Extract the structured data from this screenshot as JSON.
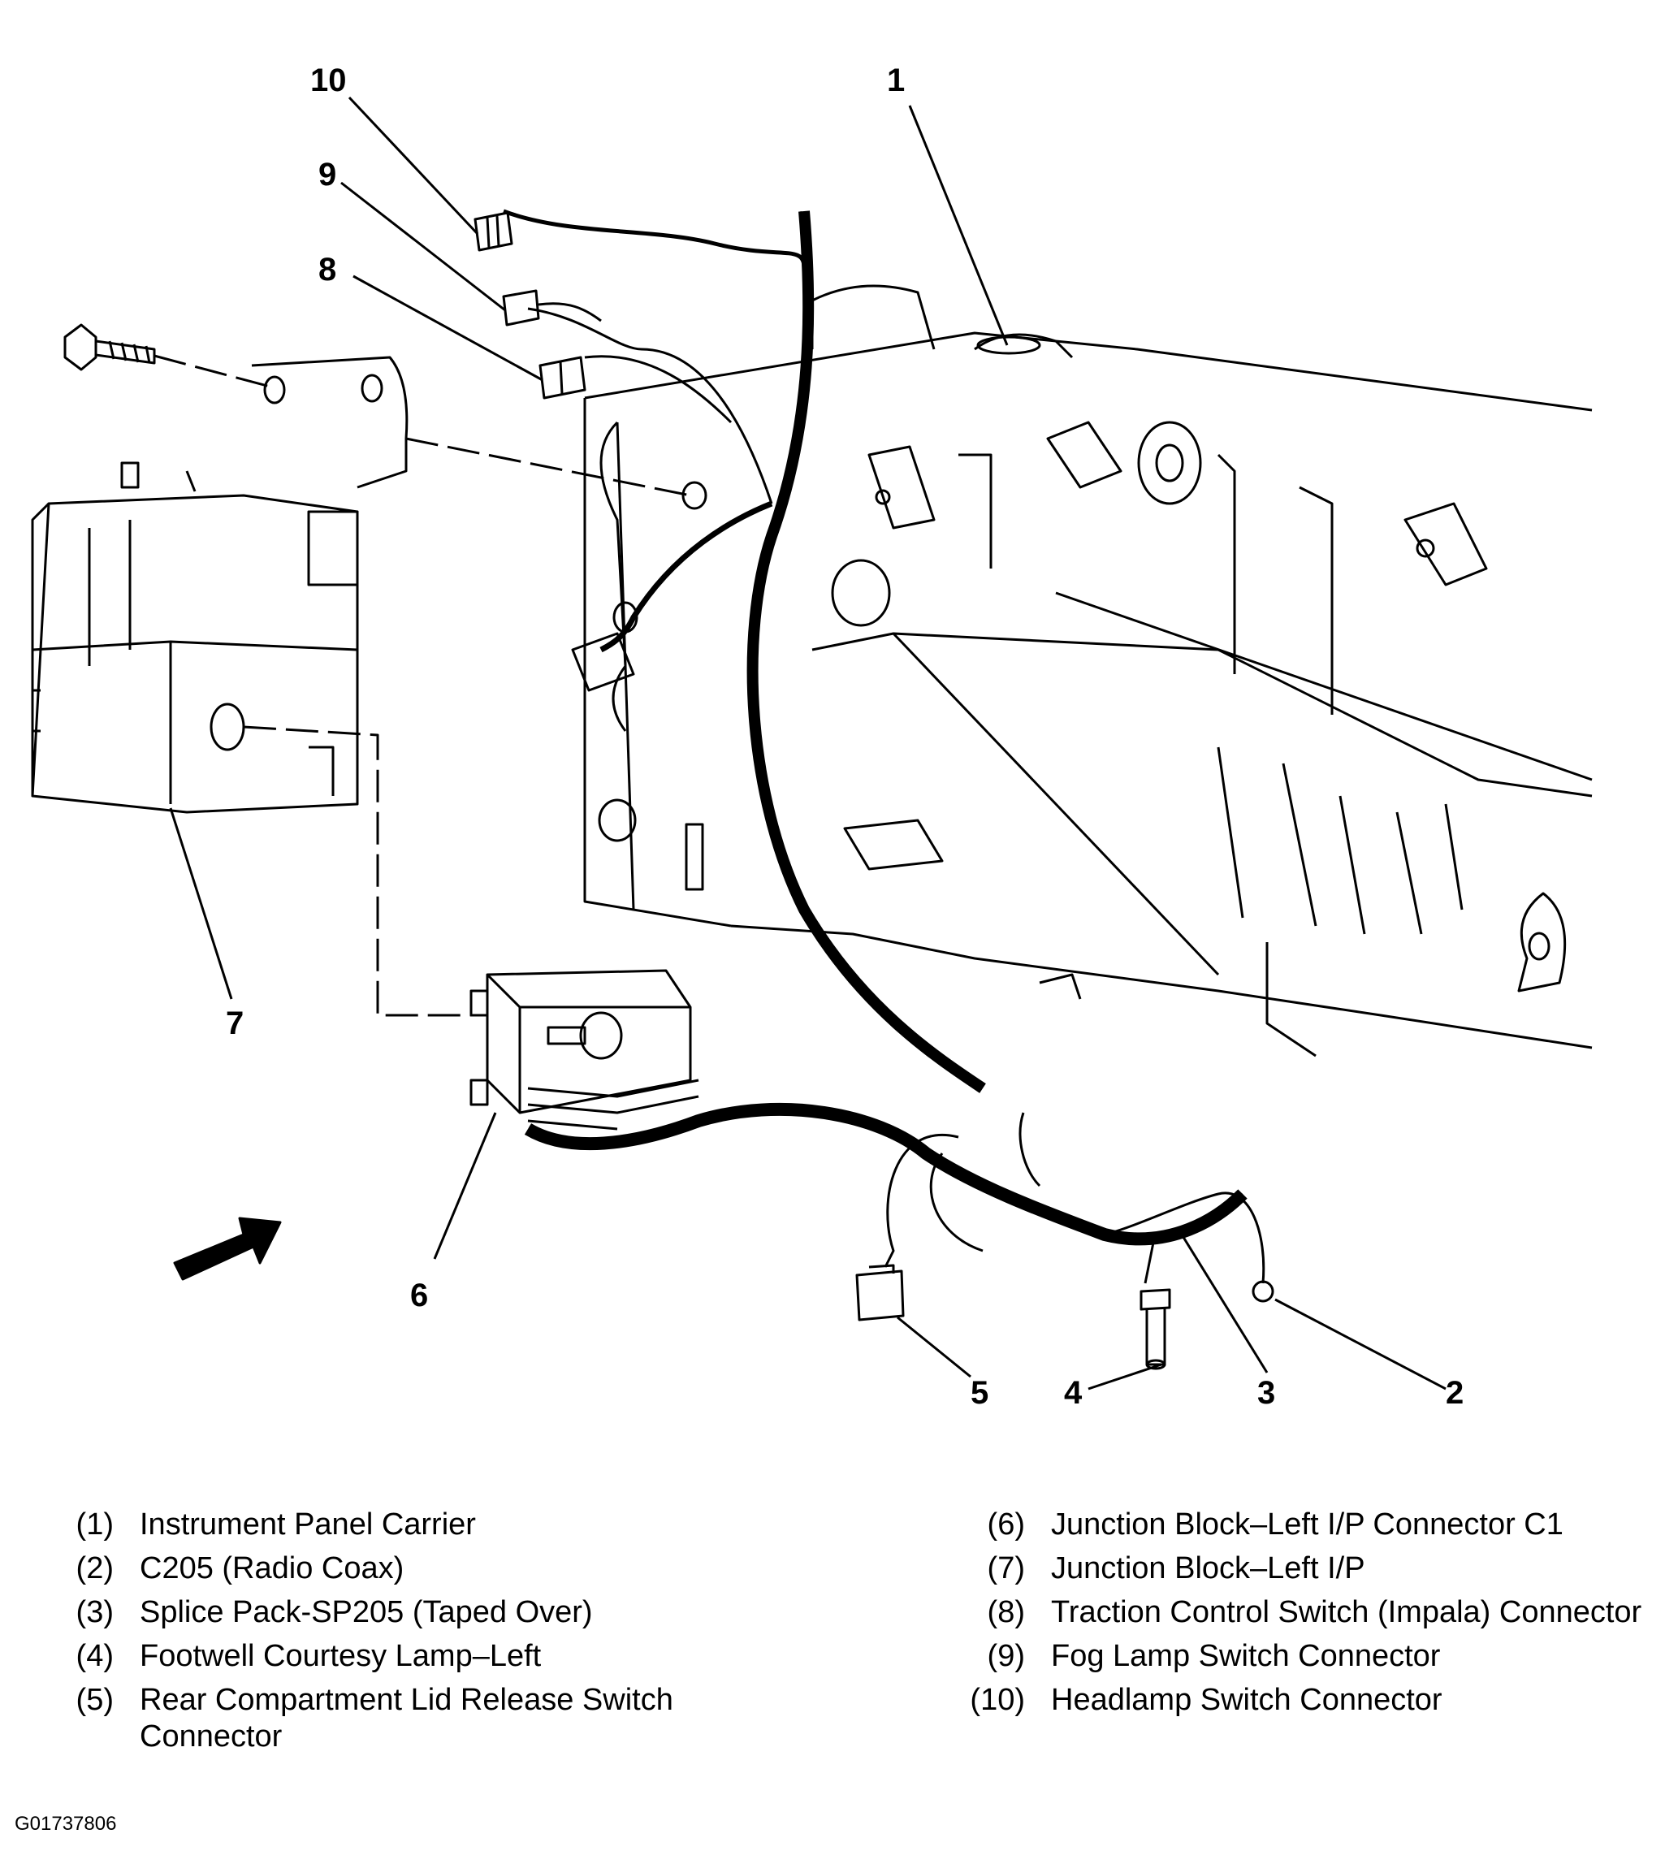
{
  "callouts": [
    "1",
    "2",
    "3",
    "4",
    "5",
    "6",
    "7",
    "8",
    "9",
    "10"
  ],
  "legend": [
    {
      "num": "(1)",
      "text": "Instrument Panel Carrier"
    },
    {
      "num": "(2)",
      "text": "C205 (Radio Coax)"
    },
    {
      "num": "(3)",
      "text": "Splice Pack-SP205 (Taped Over)"
    },
    {
      "num": "(4)",
      "text": "Footwell Courtesy Lamp–Left"
    },
    {
      "num": "(5)",
      "text": "Rear Compartment Lid Release Switch Connector"
    },
    {
      "num": "(6)",
      "text": "Junction Block–Left I/P Connector C1"
    },
    {
      "num": "(7)",
      "text": "Junction Block–Left I/P"
    },
    {
      "num": "(8)",
      "text": "Traction Control Switch (Impala) Connector"
    },
    {
      "num": "(9)",
      "text": "Fog Lamp Switch Connector"
    },
    {
      "num": "(10)",
      "text": "Headlamp Switch Connector"
    }
  ],
  "figure_id": "G01737806"
}
